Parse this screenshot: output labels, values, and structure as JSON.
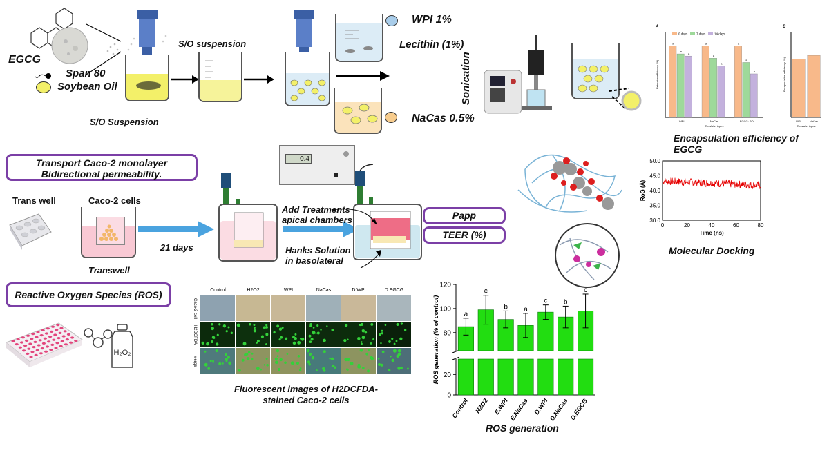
{
  "emulsion": {
    "egcg_label": "EGCG",
    "span80_label": "Span 80",
    "soybean_label": "Soybean Oil",
    "so_suspension_top": "S/O suspension",
    "so_suspension_bottom": "S/O Suspension",
    "wpi_label": "WPI 1%",
    "lecithin_label": "Lecithin (1%)",
    "nacas_label": "NaCas 0.5%",
    "sonication_label": "Sonication",
    "colors": {
      "oil_yellow": "#f3f069",
      "wpi_blue": "#a9cdea",
      "nacas_orange": "#f7cc8d"
    }
  },
  "encapsulation": {
    "caption": "Encapsulation efficiency of EGCG",
    "panel_a_letter": "A",
    "panel_b_letter": "B",
    "legend": [
      "0 days",
      "7 days",
      "14 days"
    ],
    "panel_a_xlabel": "Emulsion types",
    "panel_b_xlabel": "Emulsion types"
  },
  "transport": {
    "title_line1": "Transport  Caco-2 monolayer",
    "title_line2": "Bidirectional permeability.",
    "trans_well": "Trans well",
    "caco2_cells": "Caco-2 cells",
    "days21": "21 days",
    "transwell": "Transwell",
    "meter_reading": "0.4",
    "add_treatments_line1": "Add Treatments",
    "add_treatments_line2": "apical chambers",
    "hanks_line1": "Hanks Solution",
    "hanks_line2": "in basolateral",
    "papp": "Papp",
    "teer": "TEER (%)"
  },
  "ros": {
    "title": "Reactive Oxygen Species (ROS)",
    "h2o2_label": "H2O2",
    "fluor_columns": [
      "Control",
      "H2O2",
      "WPI",
      "NaCas",
      "D.WPI",
      "D.EGCG"
    ],
    "fluor_rows": [
      "Caco-2 cell",
      "H2DCFDA",
      "Merge"
    ],
    "fluor_caption_line1": "Fluorescent images of H2DCFDA-",
    "fluor_caption_line2": "stained Caco-2 cells",
    "ros_caption": "ROS generation"
  },
  "docking": {
    "caption": "Molecular Docking"
  },
  "chart_data": [
    {
      "type": "bar",
      "title": "ROS generation",
      "xlabel": "",
      "ylabel": "ROS generation (% of control)",
      "categories": [
        "Control",
        "H2O2",
        "E.WPI",
        "E.NaCas",
        "D.WPI",
        "D.NaCas",
        "D.EGCG"
      ],
      "values": [
        85,
        99,
        91,
        86,
        97,
        93,
        98
      ],
      "errors": [
        7,
        12,
        7,
        10,
        6,
        9,
        14
      ],
      "significance": [
        "a",
        "c",
        "b",
        "a",
        "c",
        "b",
        "c"
      ],
      "ylim": [
        0,
        120
      ],
      "axis_break": [
        35,
        65
      ],
      "yticks_upper": [
        80,
        100,
        120
      ],
      "yticks_lower": [
        0,
        20
      ],
      "color": "#22dd11",
      "grid": false
    },
    {
      "type": "line",
      "title": "",
      "xlabel": "Time (ns)",
      "ylabel": "RoG (Å)",
      "xlim": [
        0,
        80
      ],
      "ylim": [
        30,
        50
      ],
      "xticks": [
        0,
        20,
        40,
        60,
        80
      ],
      "yticks": [
        30.0,
        35.0,
        40.0,
        45.0,
        50.0
      ],
      "series": [
        {
          "level_start": 43.2,
          "level_end": 41.8,
          "noise": 1.3
        }
      ],
      "color": "#e60000"
    },
    {
      "type": "bar",
      "title": "",
      "xlabel": "Emulsion types",
      "ylabel": "Retention efficiency (%)",
      "categories": [
        "WPI",
        "NaCas",
        "EGCG: SOI"
      ],
      "series": [
        {
          "name": "0 days",
          "values": [
            100,
            100,
            100
          ]
        },
        {
          "name": "7 days",
          "values": [
            89,
            83,
            77
          ]
        },
        {
          "name": "14 days",
          "values": [
            86,
            72,
            61
          ]
        }
      ],
      "ylim": [
        0,
        120
      ],
      "colors": [
        "#f8b98a",
        "#9ed99a",
        "#c3b1dd"
      ]
    },
    {
      "type": "bar",
      "title": "",
      "xlabel": "Emulsion types",
      "ylabel": "Encapsulation efficiency (%)",
      "categories": [
        "WPI",
        "NaCas"
      ],
      "values": [
        82,
        87
      ],
      "ylim": [
        0,
        120
      ],
      "color": "#f8b98a"
    }
  ]
}
